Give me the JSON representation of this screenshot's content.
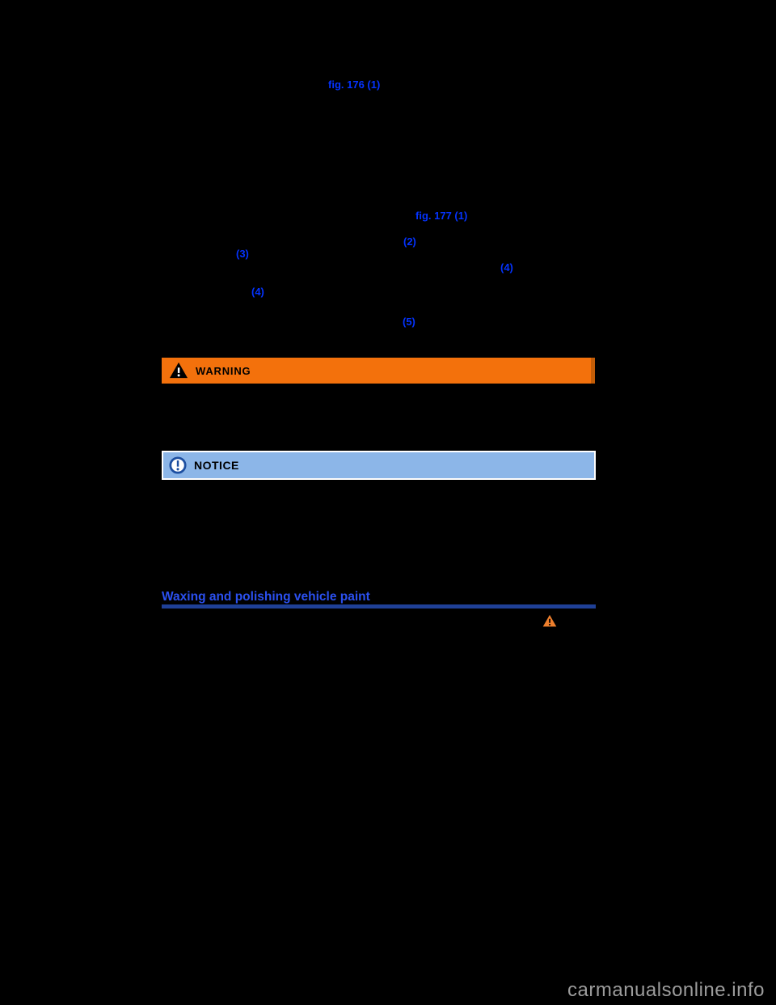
{
  "page": {
    "background": "#000000",
    "watermark": "carmanualsonline.info"
  },
  "content": {
    "fig_ref_1": "fig. 176 (1)",
    "fig_ref_2": "fig. 177 (1)",
    "markers": [
      "(2)",
      "(3)",
      "(4)",
      "(4)",
      "(5)"
    ]
  },
  "banners": {
    "warning_label": "WARNING",
    "warning_bg": "#f3710c",
    "warning_icon": "warning-triangle-icon",
    "notice_label": "NOTICE",
    "notice_bg": "#8cb6e8",
    "notice_icon": "circled-exclamation-icon"
  },
  "section": {
    "heading": "Waxing and polishing vehicle paint",
    "heading_color": "#2b50f0",
    "rule_color": "#1f4096"
  },
  "colors": {
    "link_blue": "#0433ff",
    "inline_warning_orange": "#ee7f2d",
    "watermark_gray": "#9c9c9c"
  }
}
